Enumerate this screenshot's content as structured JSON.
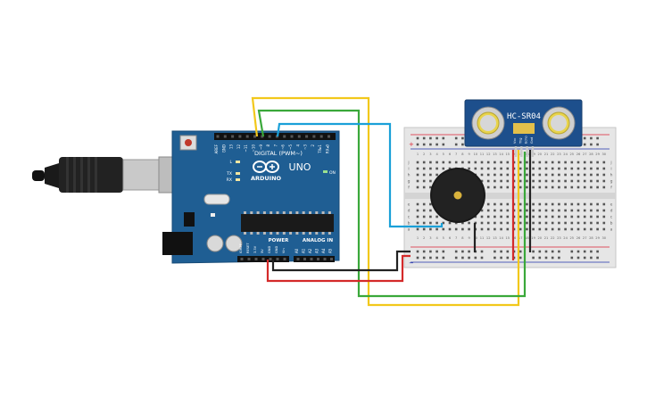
{
  "board": {
    "brand": "ARDUINO",
    "model": "UNO",
    "digital_header_label": "DIGITAL (PWM~)",
    "power_label": "POWER",
    "analog_label": "ANALOG IN",
    "led_labels": [
      "L",
      "TX",
      "RX"
    ],
    "on_label": "ON",
    "digital_pins": [
      "AREF",
      "GND",
      "13",
      "12",
      "~11",
      "~10",
      "~9",
      "8",
      "7",
      "~6",
      "~5",
      "4",
      "~3",
      "2",
      "TX▸1",
      "RX◂0"
    ],
    "power_pins": [
      "IOREF",
      "RESET",
      "3.3V",
      "5V",
      "GND",
      "GND",
      "Vin"
    ],
    "analog_pins": [
      "A0",
      "A1",
      "A2",
      "A3",
      "A4",
      "A5"
    ]
  },
  "sensor": {
    "label": "HC-SR04",
    "pin_labels": [
      "Vcc",
      "Trig",
      "Echo",
      "Gnd"
    ]
  },
  "breadboard": {
    "column_numbers": [
      "1",
      "2",
      "3",
      "4",
      "5",
      "6",
      "7",
      "8",
      "9",
      "10",
      "11",
      "12",
      "13",
      "14",
      "15",
      "16",
      "17",
      "18",
      "19",
      "20",
      "21",
      "22",
      "23",
      "24",
      "25",
      "26",
      "27",
      "28",
      "29",
      "30"
    ],
    "row_letters_top": [
      "j",
      "i",
      "h",
      "g",
      "f"
    ],
    "row_letters_bottom": [
      "e",
      "d",
      "c",
      "b",
      "a"
    ],
    "rail_plus": "+",
    "rail_minus": "−"
  },
  "colors": {
    "board": "#1f5e93",
    "sensor": "#1d4f8c",
    "wire_yellow": "#f2c81b",
    "wire_green": "#3aa83a",
    "wire_blue": "#1aa0d8",
    "wire_red": "#d42a2a",
    "wire_black": "#222222"
  }
}
